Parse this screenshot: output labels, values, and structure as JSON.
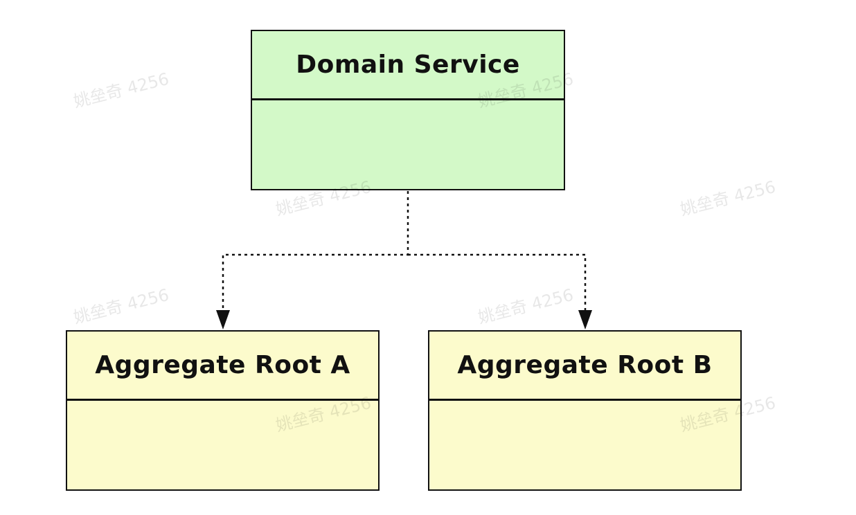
{
  "colors": {
    "service_fill": "#d3f9c8",
    "aggregate_fill": "#fcfbcc",
    "stroke": "#111111"
  },
  "nodes": {
    "domain_service": {
      "title": "Domain Service"
    },
    "aggregate_a": {
      "title": "Aggregate Root A"
    },
    "aggregate_b": {
      "title": "Aggregate Root B"
    }
  },
  "edges": [
    {
      "from": "domain_service",
      "to": "aggregate_a",
      "style": "dotted",
      "arrow": "filled-triangle"
    },
    {
      "from": "domain_service",
      "to": "aggregate_b",
      "style": "dotted",
      "arrow": "filled-triangle"
    }
  ],
  "watermark": {
    "text": "姚垒奇 4256"
  }
}
